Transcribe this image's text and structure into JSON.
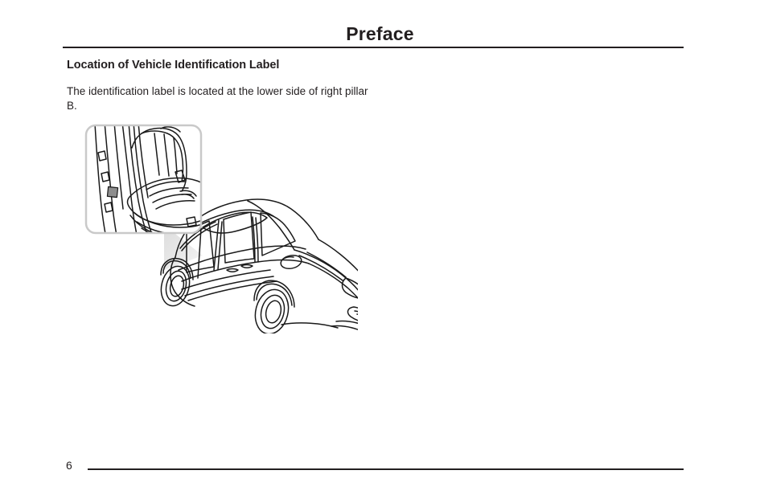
{
  "document": {
    "header_title": "Preface",
    "section_heading": "Location of Vehicle Identification Label",
    "body_paragraph": "The identification label is located at the lower side of right pillar B.",
    "page_number": "6"
  },
  "figure": {
    "caption": "",
    "inset_name": "front-seat-and-b-pillar-detail",
    "main_name": "vehicle-exterior-front-three-quarter-view",
    "label_patch_name": "identification-label-patch"
  },
  "colors": {
    "ink": "#231f20",
    "line": "#1a1a1a",
    "inset_border": "#c9c9c9",
    "label_patch": "#8d8d8d",
    "leader_wedge": "#e3e3e3",
    "page_background": "#ffffff"
  }
}
